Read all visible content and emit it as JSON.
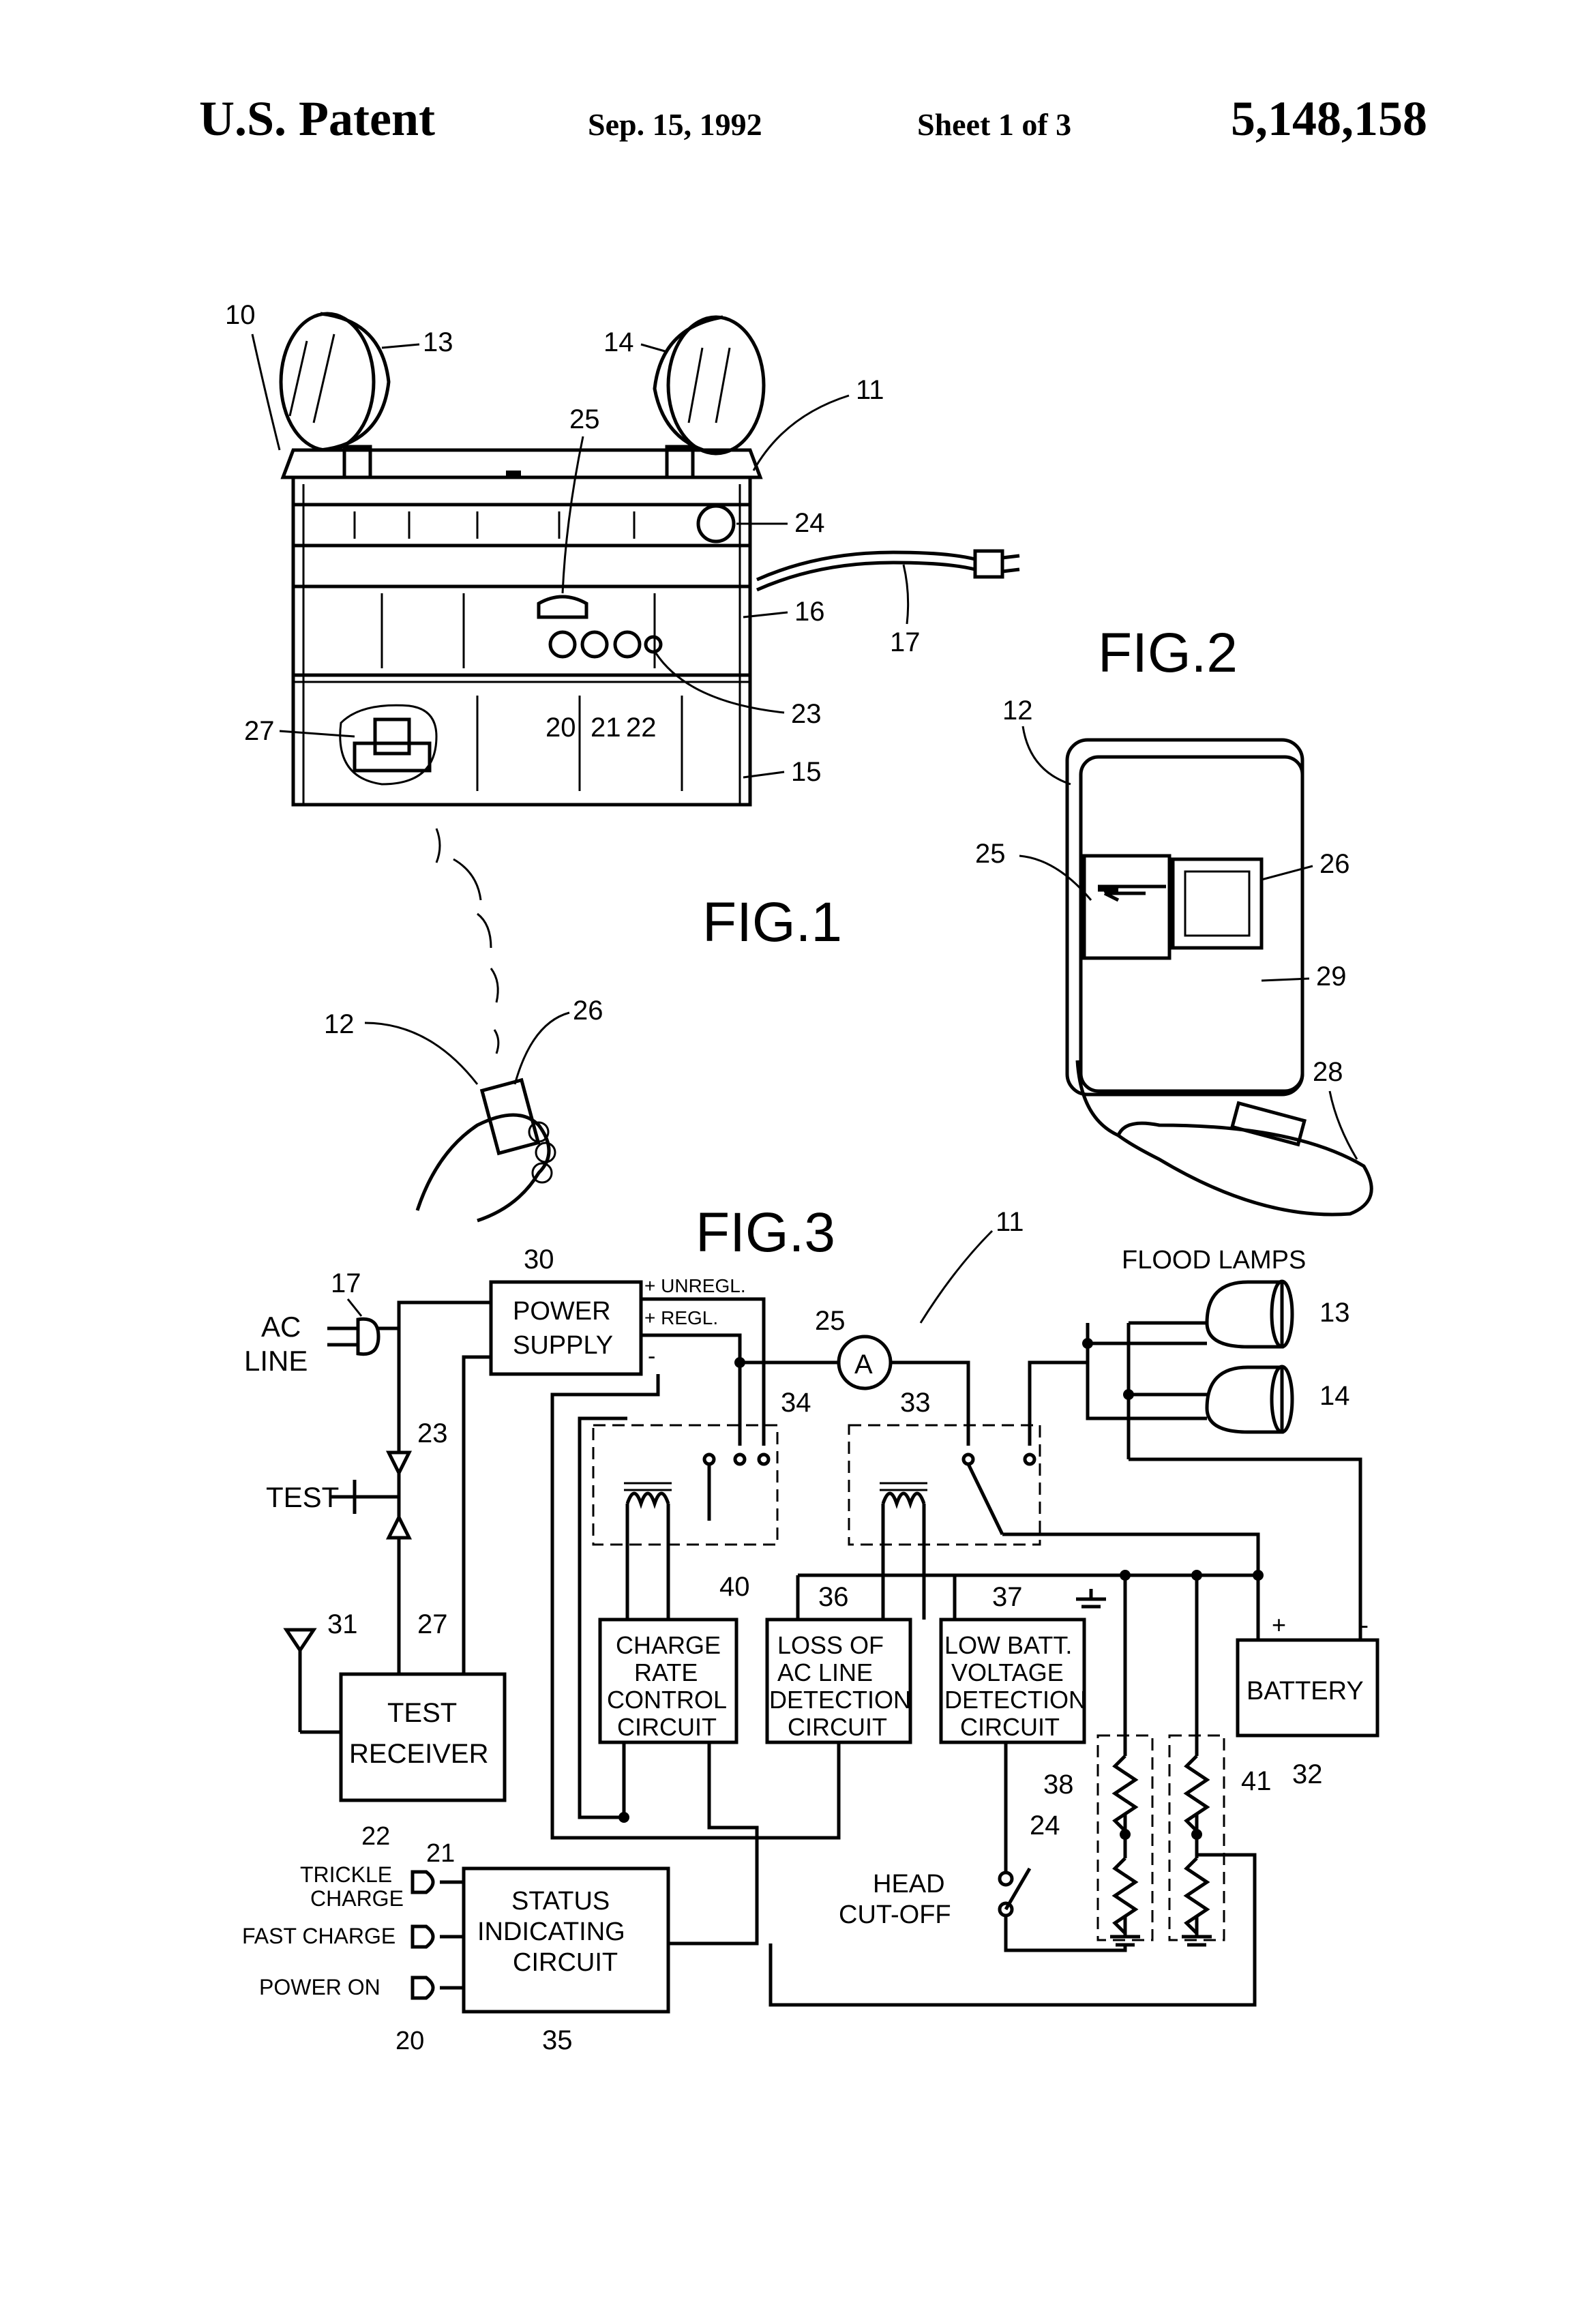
{
  "header": {
    "title": "U.S. Patent",
    "date": "Sep. 15, 1992",
    "sheet": "Sheet 1 of 3",
    "patent_number": "5,148,158"
  },
  "figures": {
    "fig1": "FIG.1",
    "fig2": "FIG.2",
    "fig3": "FIG.3"
  },
  "fig1_refs": [
    "10",
    "13",
    "14",
    "11",
    "25",
    "24",
    "16",
    "17",
    "23",
    "20",
    "21",
    "22",
    "27",
    "15",
    "12",
    "26"
  ],
  "fig2_refs": [
    "12",
    "25",
    "26",
    "29",
    "28"
  ],
  "fig3": {
    "ref_numbers": [
      "17",
      "30",
      "11",
      "25",
      "23",
      "31",
      "27",
      "34",
      "33",
      "40",
      "36",
      "37",
      "32",
      "38",
      "41",
      "24",
      "22",
      "21",
      "20",
      "35",
      "13",
      "14"
    ],
    "ac_line": [
      "AC",
      "LINE"
    ],
    "test": "TEST",
    "power_supply": [
      "POWER",
      "SUPPLY"
    ],
    "unregulated": "+ UNREGL.",
    "regulated": "+ REGL.",
    "minus": "-",
    "ammeter": "A",
    "flood_lamps": "FLOOD LAMPS",
    "battery": "BATTERY",
    "battery_plus": "+",
    "battery_minus": "-",
    "test_receiver": [
      "TEST",
      "RECEIVER"
    ],
    "charge_rate": [
      "CHARGE",
      "RATE",
      "CONTROL",
      "CIRCUIT"
    ],
    "loss_ac": [
      "LOSS OF",
      "AC LINE",
      "DETECTION",
      "CIRCUIT"
    ],
    "low_batt": [
      "LOW BATT.",
      "VOLTAGE",
      "DETECTION",
      "CIRCUIT"
    ],
    "status": [
      "STATUS",
      "INDICATING",
      "CIRCUIT"
    ],
    "head_cutoff": [
      "HEAD",
      "CUT-OFF"
    ],
    "trickle": [
      "TRICKLE",
      "CHARGE"
    ],
    "fast_charge": "FAST CHARGE",
    "power_on": "POWER ON"
  }
}
